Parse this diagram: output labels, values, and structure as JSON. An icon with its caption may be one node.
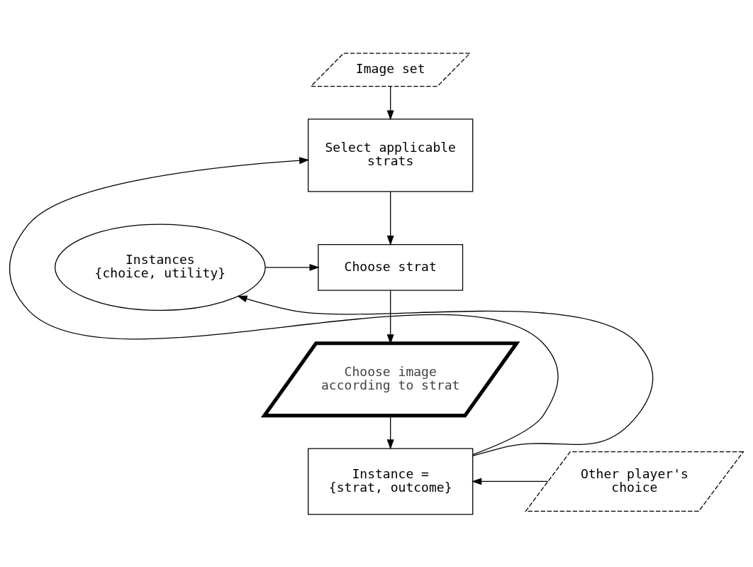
{
  "diagram": {
    "nodes": [
      {
        "text": [
          "Image set"
        ]
      },
      {
        "text": [
          "Select applicable strats"
        ]
      },
      {
        "text": [
          "Instances {choice, utility}"
        ]
      },
      {
        "text": [
          "Choose strat"
        ]
      },
      {
        "text": [
          "Choose image according to strat"
        ]
      },
      {
        "text": [
          "Instance = {strat, outcome}"
        ]
      },
      {
        "text": [
          "Other player's choice"
        ]
      }
    ],
    "edges": [
      {
        "from": 0,
        "to": 1,
        "arrow": "to"
      },
      {
        "from": 5,
        "to": 1,
        "arrow": "to"
      },
      {
        "from": 1,
        "to": 3,
        "arrow": "to"
      },
      {
        "from": 2,
        "to": 3,
        "arrow": "to"
      },
      {
        "from": 3,
        "to": 4,
        "arrow": "to"
      },
      {
        "from": 4,
        "to": 5,
        "arrow": "to"
      },
      {
        "from": 6,
        "to": 5,
        "arrow": "to"
      },
      {
        "from": 5,
        "to": 2,
        "arrow": "to"
      }
    ]
  }
}
